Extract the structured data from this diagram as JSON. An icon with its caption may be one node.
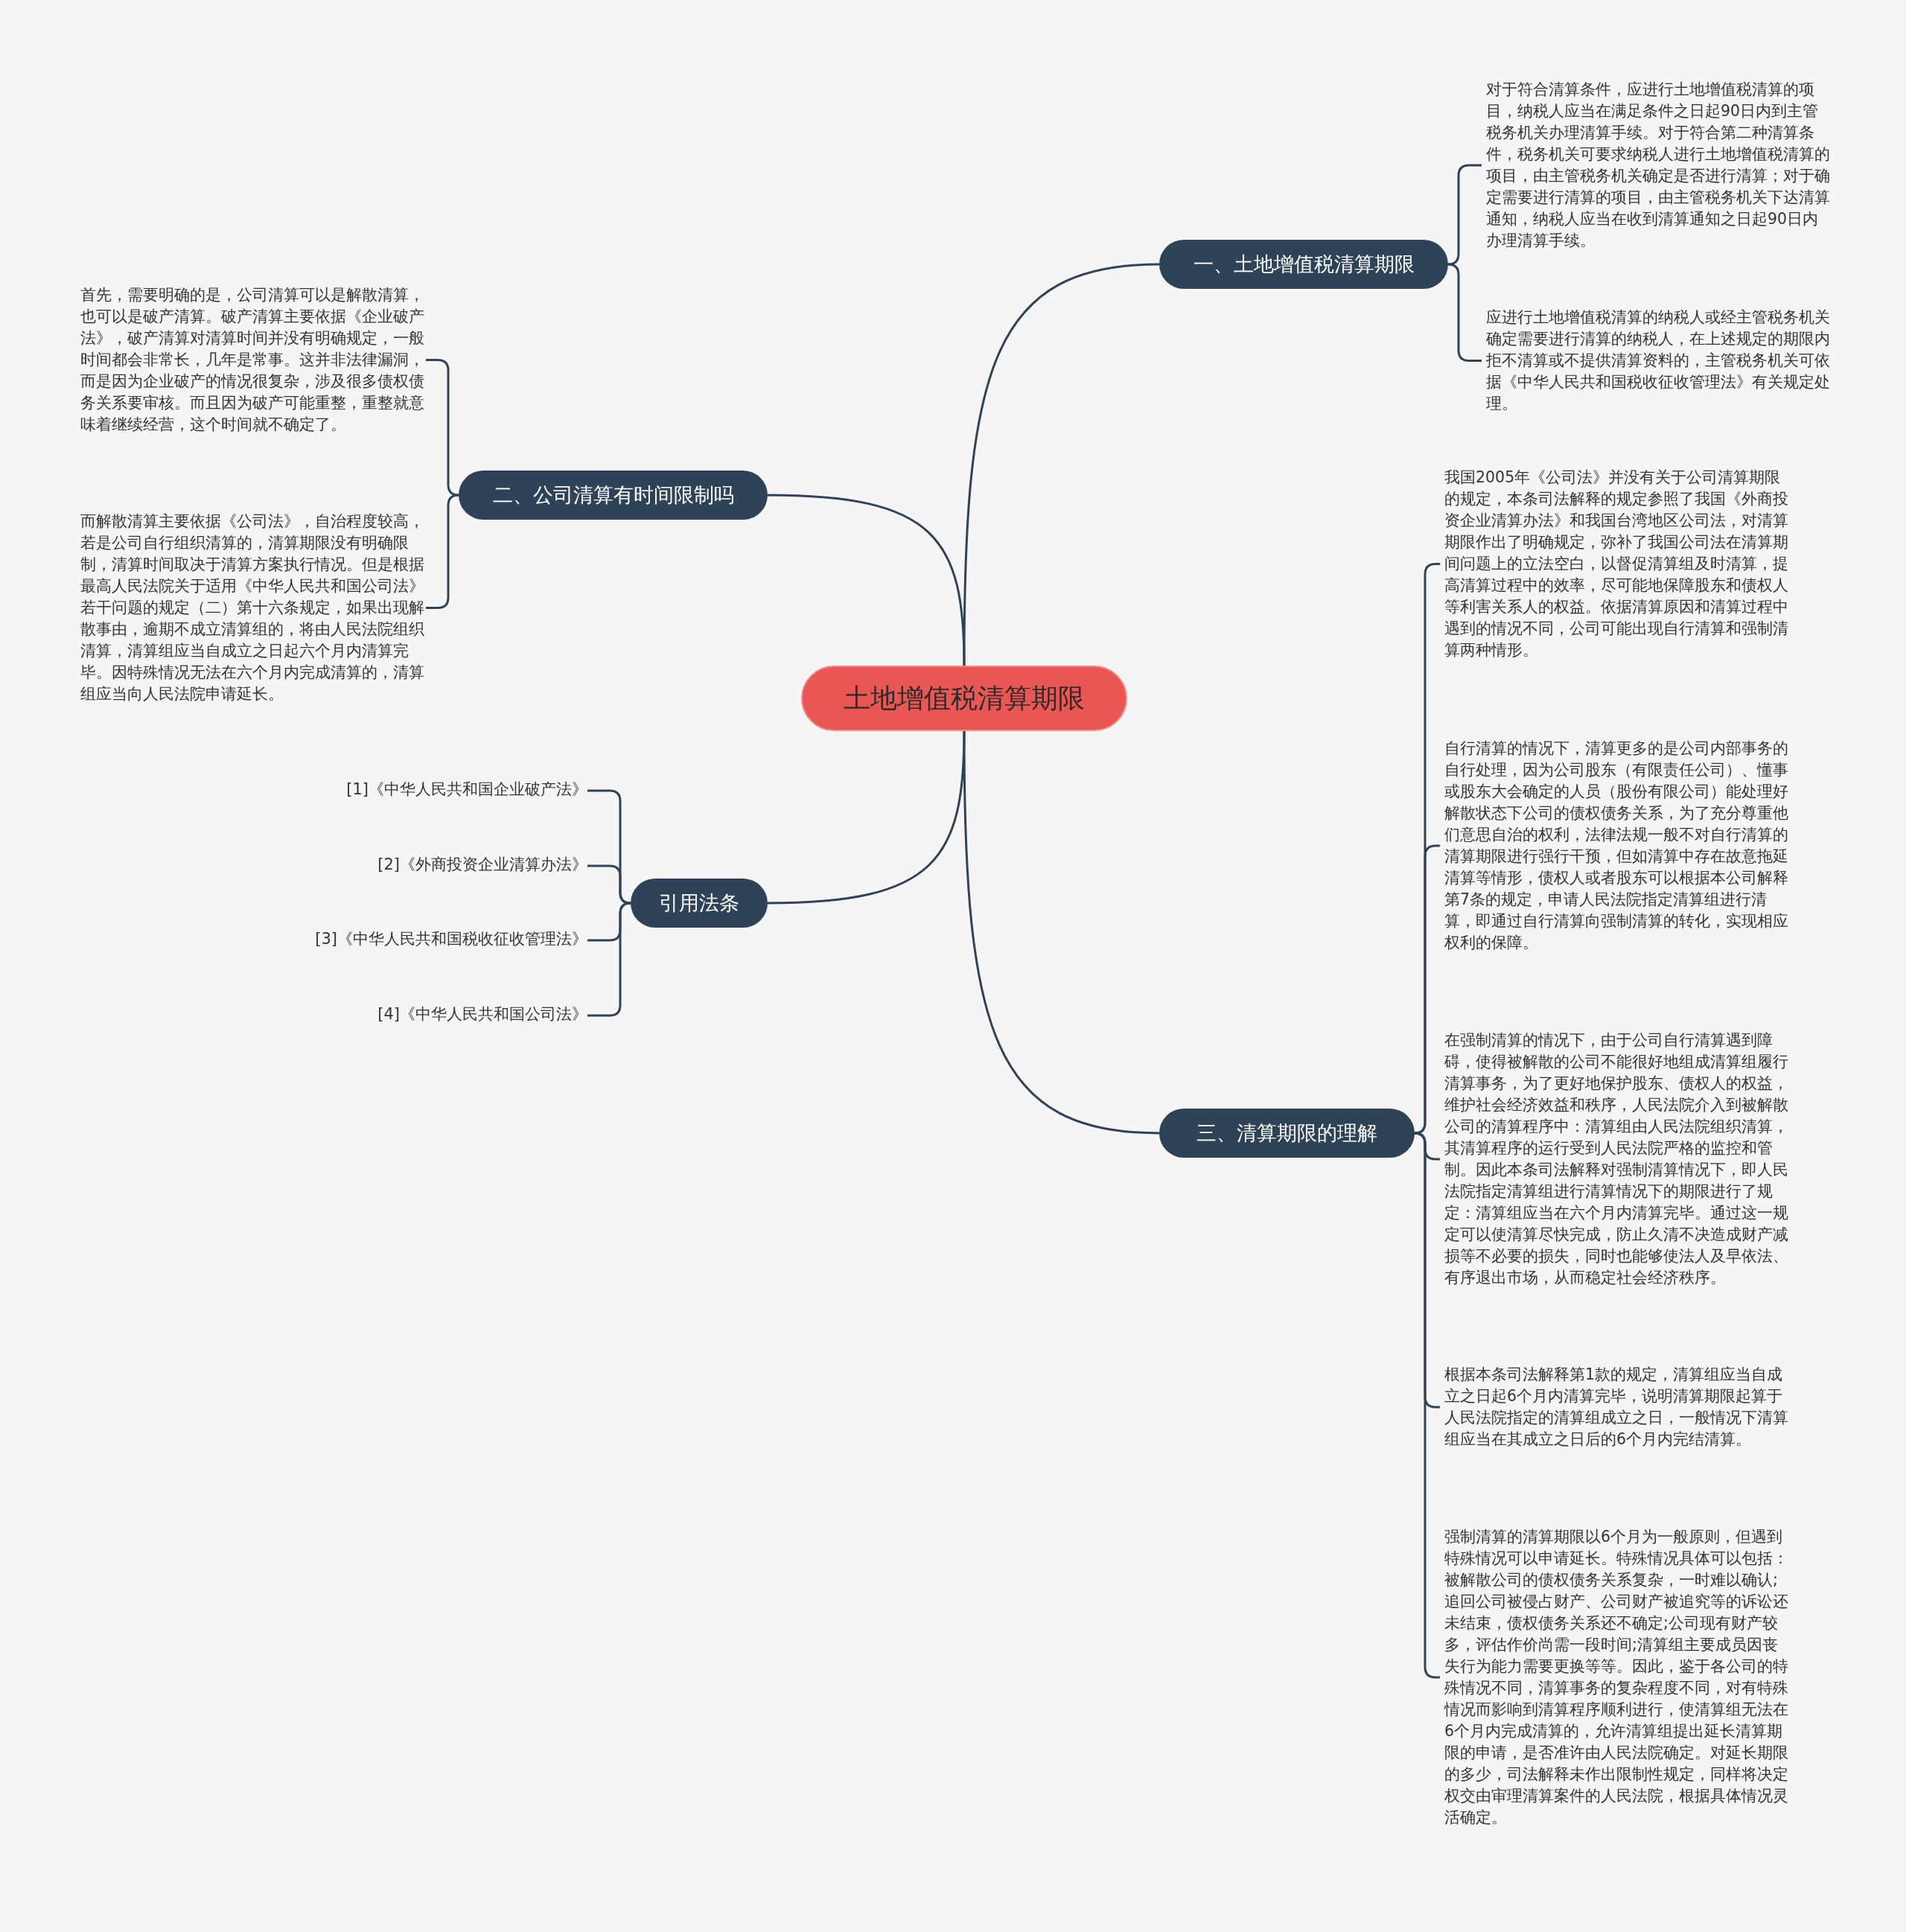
{
  "diagram": {
    "nodes": [
      {
        "text": [
          "土地增值税清算期限"
        ]
      },
      {
        "text": [
          "一、土地增值税清算期限"
        ]
      },
      {
        "text": [
          "对于符合清算条件，应进行土地增值税清算的项目，纳税人应当在满足条件之日起90日内到主管税务机关办理清算手续。对于符合第二种清算条件，税务机关可要求纳税人进行土地增值税清算的项目，由主管税务机关确定是否进行清算；对于确定需要进行清算的项目，由主管税务机关下达清算通知，纳税人应当在收到清算通知之日起90日内办理清算手续。"
        ]
      },
      {
        "text": [
          "应进行土地增值税清算的纳税人或经主管税务机关确定需要进行清算的纳税人，在上述规定的期限内拒不清算或不提供清算资料的，主管税务机关可依据《中华人民共和国税收征收管理法》有关规定处理。"
        ]
      },
      {
        "text": [
          "二、公司清算有时间限制吗"
        ]
      },
      {
        "text": [
          "首先，需要明确的是，公司清算可以是解散清算，也可以是破产清算。破产清算主要依据《企业破产法》，破产清算对清算时间并没有明确规定，一般时间都会非常长，几年是常事。这并非法律漏洞，而是因为企业破产的情况很复杂，涉及很多债权债务关系要审核。而且因为破产可能重整，重整就意味着继续经营，这个时间就不确定了。"
        ]
      },
      {
        "text": [
          "而解散清算主要依据《公司法》，自治程度较高，若是公司自行组织清算的，清算期限没有明确限制，清算时间取决于清算方案执行情况。但是根据最高人民法院关于适用《中华人民共和国公司法》若干问题的规定（二）第十六条规定，如果出现解散事由，逾期不成立清算组的，将由人民法院组织清算，清算组应当自成立之日起六个月内清算完毕。因特殊情况无法在六个月内完成清算的，清算组应当向人民法院申请延长。"
        ]
      },
      {
        "text": [
          "引用法条"
        ]
      },
      {
        "text": [
          "[1]《中华人民共和国企业破产法》"
        ]
      },
      {
        "text": [
          "[2]《外商投资企业清算办法》"
        ]
      },
      {
        "text": [
          "[3]《中华人民共和国税收征收管理法》"
        ]
      },
      {
        "text": [
          "[4]《中华人民共和国公司法》"
        ]
      },
      {
        "text": [
          "三、清算期限的理解"
        ]
      },
      {
        "text": [
          "我国2005年《公司法》并没有关于公司清算期限的规定，本条司法解释的规定参照了我国《外商投资企业清算办法》和我国台湾地区公司法，对清算期限作出了明确规定，弥补了我国公司法在清算期间问题上的立法空白，以督促清算组及时清算，提高清算过程中的效率，尽可能地保障股东和债权人等利害关系人的权益。依据清算原因和清算过程中遇到的情况不同，公司可能出现自行清算和强制清算两种情形。"
        ]
      },
      {
        "text": [
          "自行清算的情况下，清算更多的是公司内部事务的自行处理，因为公司股东（有限责任公司）、懂事或股东大会确定的人员（股份有限公司）能处理好解散状态下公司的债权债务关系，为了充分尊重他们意思自治的权利，法律法规一般不对自行清算的清算期限进行强行干预，但如清算中存在故意拖延清算等情形，债权人或者股东可以根据本公司解释第7条的规定，申请人民法院指定清算组进行清算，即通过自行清算向强制清算的转化，实现相应权利的保障。"
        ]
      },
      {
        "text": [
          "在强制清算的情况下，由于公司自行清算遇到障碍，使得被解散的公司不能很好地组成清算组履行清算事务，为了更好地保护股东、债权人的权益，维护社会经济效益和秩序，人民法院介入到被解散公司的清算程序中：清算组由人民法院组织清算，其清算程序的运行受到人民法院严格的监控和管制。因此本条司法解释对强制清算情况下，即人民法院指定清算组进行清算情况下的期限进行了规定：清算组应当在六个月内清算完毕。通过这一规定可以使清算尽快完成，防止久清不决造成财产减损等不必要的损失，同时也能够使法人及早依法、有序退出市场，从而稳定社会经济秩序。"
        ]
      },
      {
        "text": [
          "根据本条司法解释第1款的规定，清算组应当自成立之日起6个月内清算完毕，说明清算期限起算于人民法院指定的清算组成立之日，一般情况下清算组应当在其成立之日后的6个月内完结清算。"
        ]
      },
      {
        "text": [
          "强制清算的清算期限以6个月为一般原则，但遇到特殊情况可以申请延长。特殊情况具体可以包括：被解散公司的债权债务关系复杂，一时难以确认;追回公司被侵占财产、公司财产被追究等的诉讼还未结束，债权债务关系还不确定;公司现有财产较多，评估作价尚需一段时间;清算组主要成员因丧失行为能力需要更换等等。因此，鉴于各公司的特殊情况不同，清算事务的复杂程度不同，对有特殊情况而影响到清算程序顺利进行，使清算组无法在6个月内完成清算的，允许清算组提出延长清算期限的申请，是否准许由人民法院确定。对延长期限的多少，司法解释未作出限制性规定，同样将决定权交由审理清算案件的人民法院，根据具体情况灵活确定。"
        ]
      }
    ],
    "edges": [
      {
        "from": 0,
        "to": 1,
        "arrow": "none"
      },
      {
        "from": 1,
        "to": 2,
        "arrow": "none"
      },
      {
        "from": 1,
        "to": 3,
        "arrow": "none"
      },
      {
        "from": 0,
        "to": 4,
        "arrow": "none"
      },
      {
        "from": 4,
        "to": 5,
        "arrow": "none"
      },
      {
        "from": 4,
        "to": 6,
        "arrow": "none"
      },
      {
        "from": 0,
        "to": 7,
        "arrow": "none"
      },
      {
        "from": 7,
        "to": 8,
        "arrow": "none"
      },
      {
        "from": 7,
        "to": 9,
        "arrow": "none"
      },
      {
        "from": 7,
        "to": 10,
        "arrow": "none"
      },
      {
        "from": 7,
        "to": 11,
        "arrow": "none"
      },
      {
        "from": 0,
        "to": 12,
        "arrow": "none"
      },
      {
        "from": 12,
        "to": 13,
        "arrow": "none"
      },
      {
        "from": 12,
        "to": 14,
        "arrow": "none"
      },
      {
        "from": 12,
        "to": 15,
        "arrow": "none"
      },
      {
        "from": 12,
        "to": 16,
        "arrow": "none"
      },
      {
        "from": 12,
        "to": 17,
        "arrow": "none"
      }
    ]
  }
}
